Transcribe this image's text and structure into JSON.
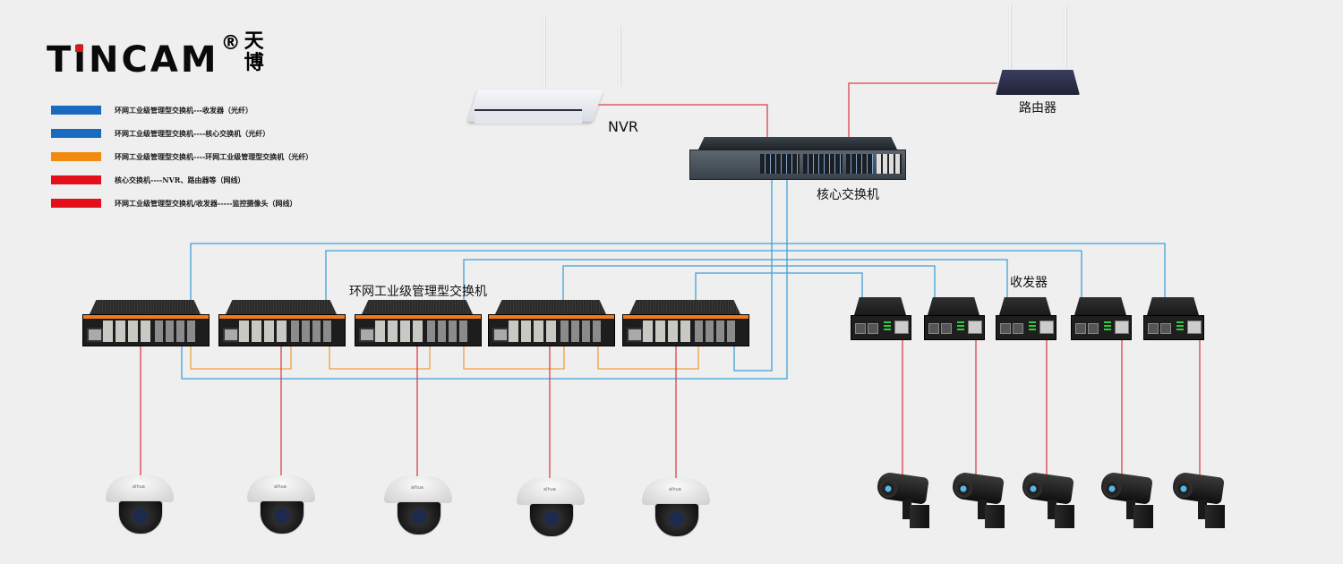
{
  "logo": {
    "brand_prefix": "T",
    "brand_i": "i",
    "brand_suffix": "NCAM",
    "registered": "®",
    "chinese_line1": "天",
    "chinese_line2": "博",
    "accent_color": "#e0141c"
  },
  "legend": {
    "items": [
      {
        "color": "#1a6bbf",
        "label": "环网工业级管理型交换机---收发器（光纤）"
      },
      {
        "color": "#1a6bbf",
        "label": "环网工业级管理型交换机----核心交换机（光纤）"
      },
      {
        "color": "#f28a10",
        "label": "环网工业级管理型交换机----环网工业级管理型交换机（光纤）"
      },
      {
        "color": "#e3101c",
        "label": "核心交换机----NVR、路由器等（网线）"
      },
      {
        "color": "#e3101c",
        "label": "环网工业级管理型交换机/收发器-----监控摄像头（网线）"
      }
    ]
  },
  "wire_colors": {
    "fiber_blue": "#3ea0d8",
    "fiber_orange": "#eea040",
    "cable_red": "#d9404a"
  },
  "devices": {
    "nvr": {
      "label": "NVR"
    },
    "router": {
      "label": "路由器"
    },
    "core_switch": {
      "label": "核心交换机"
    },
    "ring_switch_group": {
      "label": "环网工业级管理型交换机",
      "count": 5
    },
    "transceiver_group": {
      "label": "收发器",
      "count": 5
    },
    "dome_cameras": {
      "count": 5,
      "brand": "alhua"
    },
    "bullet_cameras": {
      "count": 5
    }
  }
}
